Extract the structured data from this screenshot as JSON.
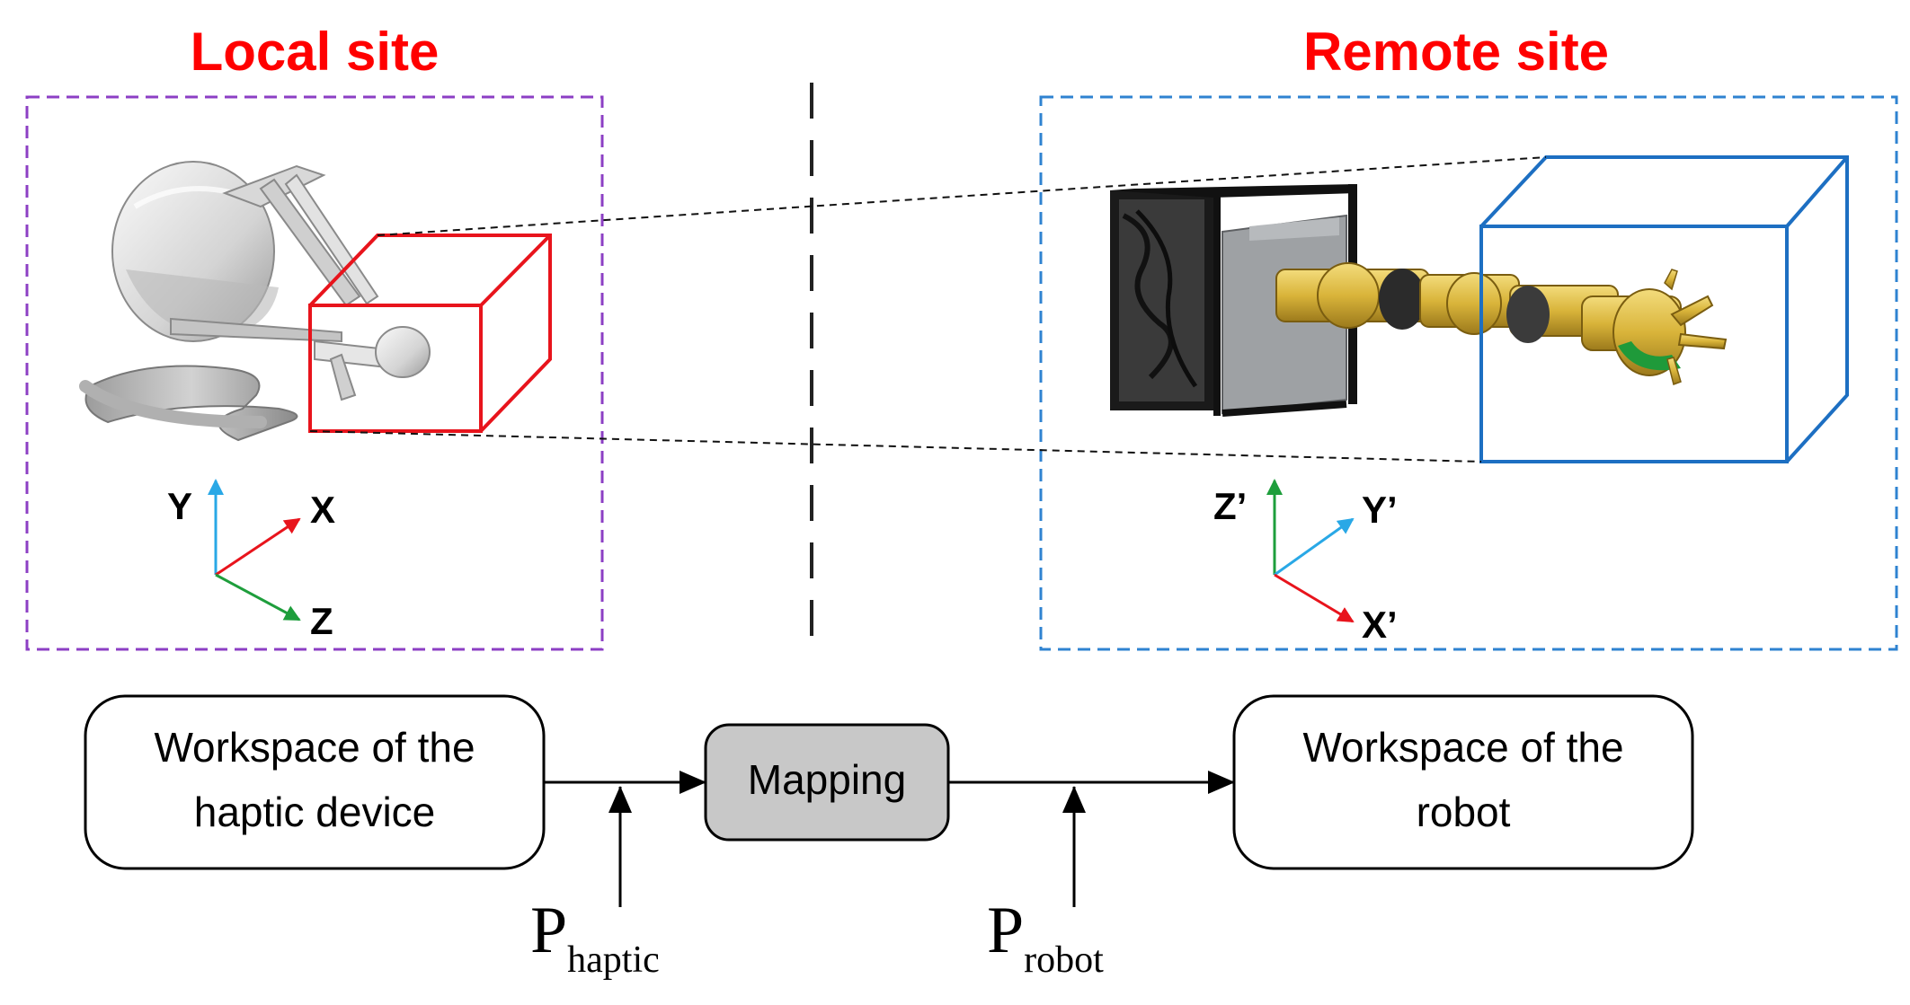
{
  "local": {
    "title": "Local site",
    "axes": {
      "y": "Y",
      "x": "X",
      "z": "Z"
    }
  },
  "remote": {
    "title": "Remote site",
    "axes": {
      "z": "Z’",
      "y": "Y’",
      "x": "X’"
    }
  },
  "flow": {
    "haptic_workspace": {
      "line1": "Workspace of the",
      "line2": "haptic device"
    },
    "mapping": "Mapping",
    "robot_workspace": {
      "line1": "Workspace of the",
      "line2": "robot"
    },
    "p_haptic": {
      "main": "P",
      "sub": "haptic"
    },
    "p_robot": {
      "main": "P",
      "sub": "robot"
    }
  },
  "colors": {
    "title_red": "#ff0000",
    "local_frame": "#8c3fc4",
    "remote_frame": "#2f83d1",
    "local_box": "#e8141c",
    "remote_box": "#1d6fc2",
    "axis_red": "#e8141c",
    "axis_blue": "#29a8e6",
    "axis_green": "#1e9e3c",
    "mapping_fill": "#c8c8c8"
  }
}
